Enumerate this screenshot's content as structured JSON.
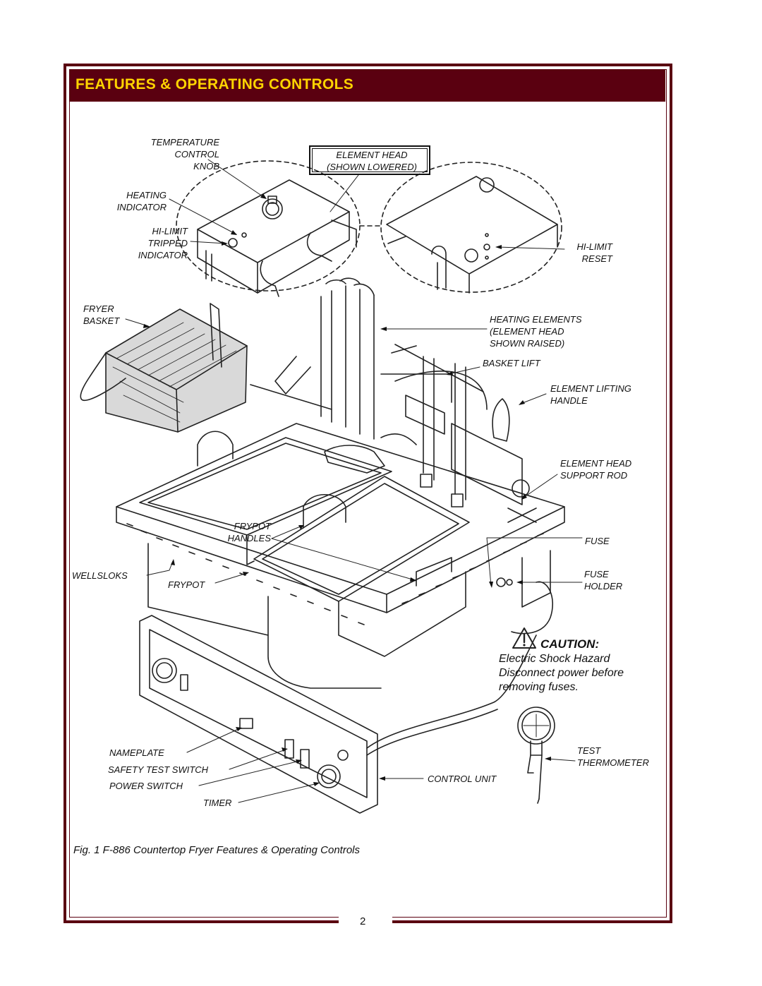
{
  "header": {
    "title": "FEATURES & OPERATING CONTROLS",
    "bar_color": "#5a0010",
    "title_color": "#ffd400"
  },
  "labels": {
    "temperature_control_knob": [
      "TEMPERATURE",
      "CONTROL",
      "KNOB"
    ],
    "element_head_shown_lowered": [
      "ELEMENT HEAD",
      "(SHOWN LOWERED)"
    ],
    "heating_indicator": [
      "HEATING",
      "INDICATOR"
    ],
    "hi_limit_tripped_indicator": [
      "HI-LIMIT",
      "TRIPPED",
      "INDICATOR"
    ],
    "hi_limit_reset": [
      "HI-LIMIT",
      "RESET"
    ],
    "fryer_basket": [
      "FRYER",
      "BASKET"
    ],
    "heating_elements": [
      "HEATING ELEMENTS",
      "(ELEMENT HEAD",
      "SHOWN RAISED)"
    ],
    "basket_lift": "BASKET LIFT",
    "element_lifting_handle": [
      "ELEMENT LIFTING",
      "HANDLE"
    ],
    "element_head_support_rod": [
      "ELEMENT HEAD",
      "SUPPORT ROD"
    ],
    "frypot_handles": [
      "FRYPOT",
      "HANDLES"
    ],
    "fuse": "FUSE",
    "wellsloks": "WELLSLOKS",
    "frypot": "FRYPOT",
    "fuse_holder": [
      "FUSE",
      "HOLDER"
    ],
    "nameplate": "NAMEPLATE",
    "safety_test_switch": "SAFETY TEST SWITCH",
    "power_switch": "POWER SWITCH",
    "timer": "TIMER",
    "control_unit": "CONTROL UNIT",
    "test_thermometer": [
      "TEST",
      "THERMOMETER"
    ]
  },
  "caution": {
    "title": "CAUTION:",
    "lines": [
      "Electric Shock Hazard",
      "Disconnect power before",
      "removing fuses."
    ]
  },
  "caption": "Fig. 1  F-886 Countertop Fryer Features & Operating Controls",
  "page_number": "2"
}
